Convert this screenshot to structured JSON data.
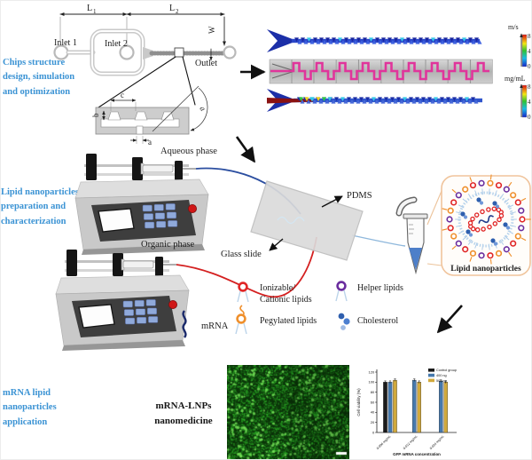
{
  "side_labels": {
    "top": [
      "Chips structure",
      "design, simulation",
      "and optimization"
    ],
    "middle": [
      "Lipid nanoparticles",
      "preparation and",
      "characterization"
    ],
    "bottom": [
      "mRNA lipid",
      "nanoparticles",
      "application"
    ]
  },
  "schematic": {
    "l1_main": "L",
    "l1_sub": "1",
    "l2_main": "L",
    "l2_sub": "2",
    "w": "W",
    "inlet1": "Inlet 1",
    "inlet2": "Inlet 2",
    "outlet": "Outlet",
    "dim_b": "b",
    "dim_c": "c",
    "dim_a": "a",
    "dim_angle": "a"
  },
  "simulation": {
    "velocity_bar": {
      "unit": "m/s",
      "max": "8",
      "mid": "4",
      "min": "0"
    },
    "concentration_bar": {
      "unit": "mg/mL",
      "max": "8",
      "mid": "4",
      "min": "0"
    }
  },
  "preparation": {
    "aqueous": "Aqueous phase",
    "organic": "Organic phase",
    "pdms": "PDMS",
    "glass_slide": "Glass slide",
    "mrna": "mRNA",
    "lnp_label": "Lipid nanoparticles"
  },
  "legend": {
    "ionizable_line1": "Ionizable/",
    "ionizable_line2": "Cationic lipids",
    "helper": "Helper lipids",
    "pegylated": "Pegylated lipids",
    "cholesterol": "Cholesterol"
  },
  "application": {
    "medicine_line1": "mRNA-LNPs",
    "medicine_line2": "nanomedicine"
  },
  "colors": {
    "section_label": "#3b93d4",
    "velocity_channel": "#2a46c8",
    "experiment_path": "#e0359b",
    "concentration_inlet": "#8a1212",
    "aqueous_tube": "#2b4ea0",
    "organic_tube": "#d42020",
    "ionizable": "#e02525",
    "helper": "#6a2d9e",
    "pegylated": "#ef8f2b",
    "cholesterol": "#2e5fae"
  },
  "chart_data": {
    "type": "bar",
    "title": "",
    "xlabel": "GFP mRNA concentration",
    "ylabel": "Cell viability (%)",
    "ylim": [
      0,
      120
    ],
    "yticks": [
      0,
      20,
      40,
      60,
      80,
      100,
      120
    ],
    "categories": [
      "0.006 mg/mL",
      "0.012 mg/mL",
      "0.024 mg/mL"
    ],
    "series": [
      {
        "name": "Control group",
        "color": "#1a1a1a",
        "values": [
          100,
          null,
          null
        ]
      },
      {
        "name": "400 ng",
        "color": "#4679ad",
        "values": [
          100,
          104,
          102
        ]
      },
      {
        "name": "500 ng",
        "color": "#d1a93c",
        "values": [
          104,
          100,
          100
        ]
      }
    ],
    "error_bar": 2.5,
    "legend_position": "upper right",
    "grid": false
  }
}
